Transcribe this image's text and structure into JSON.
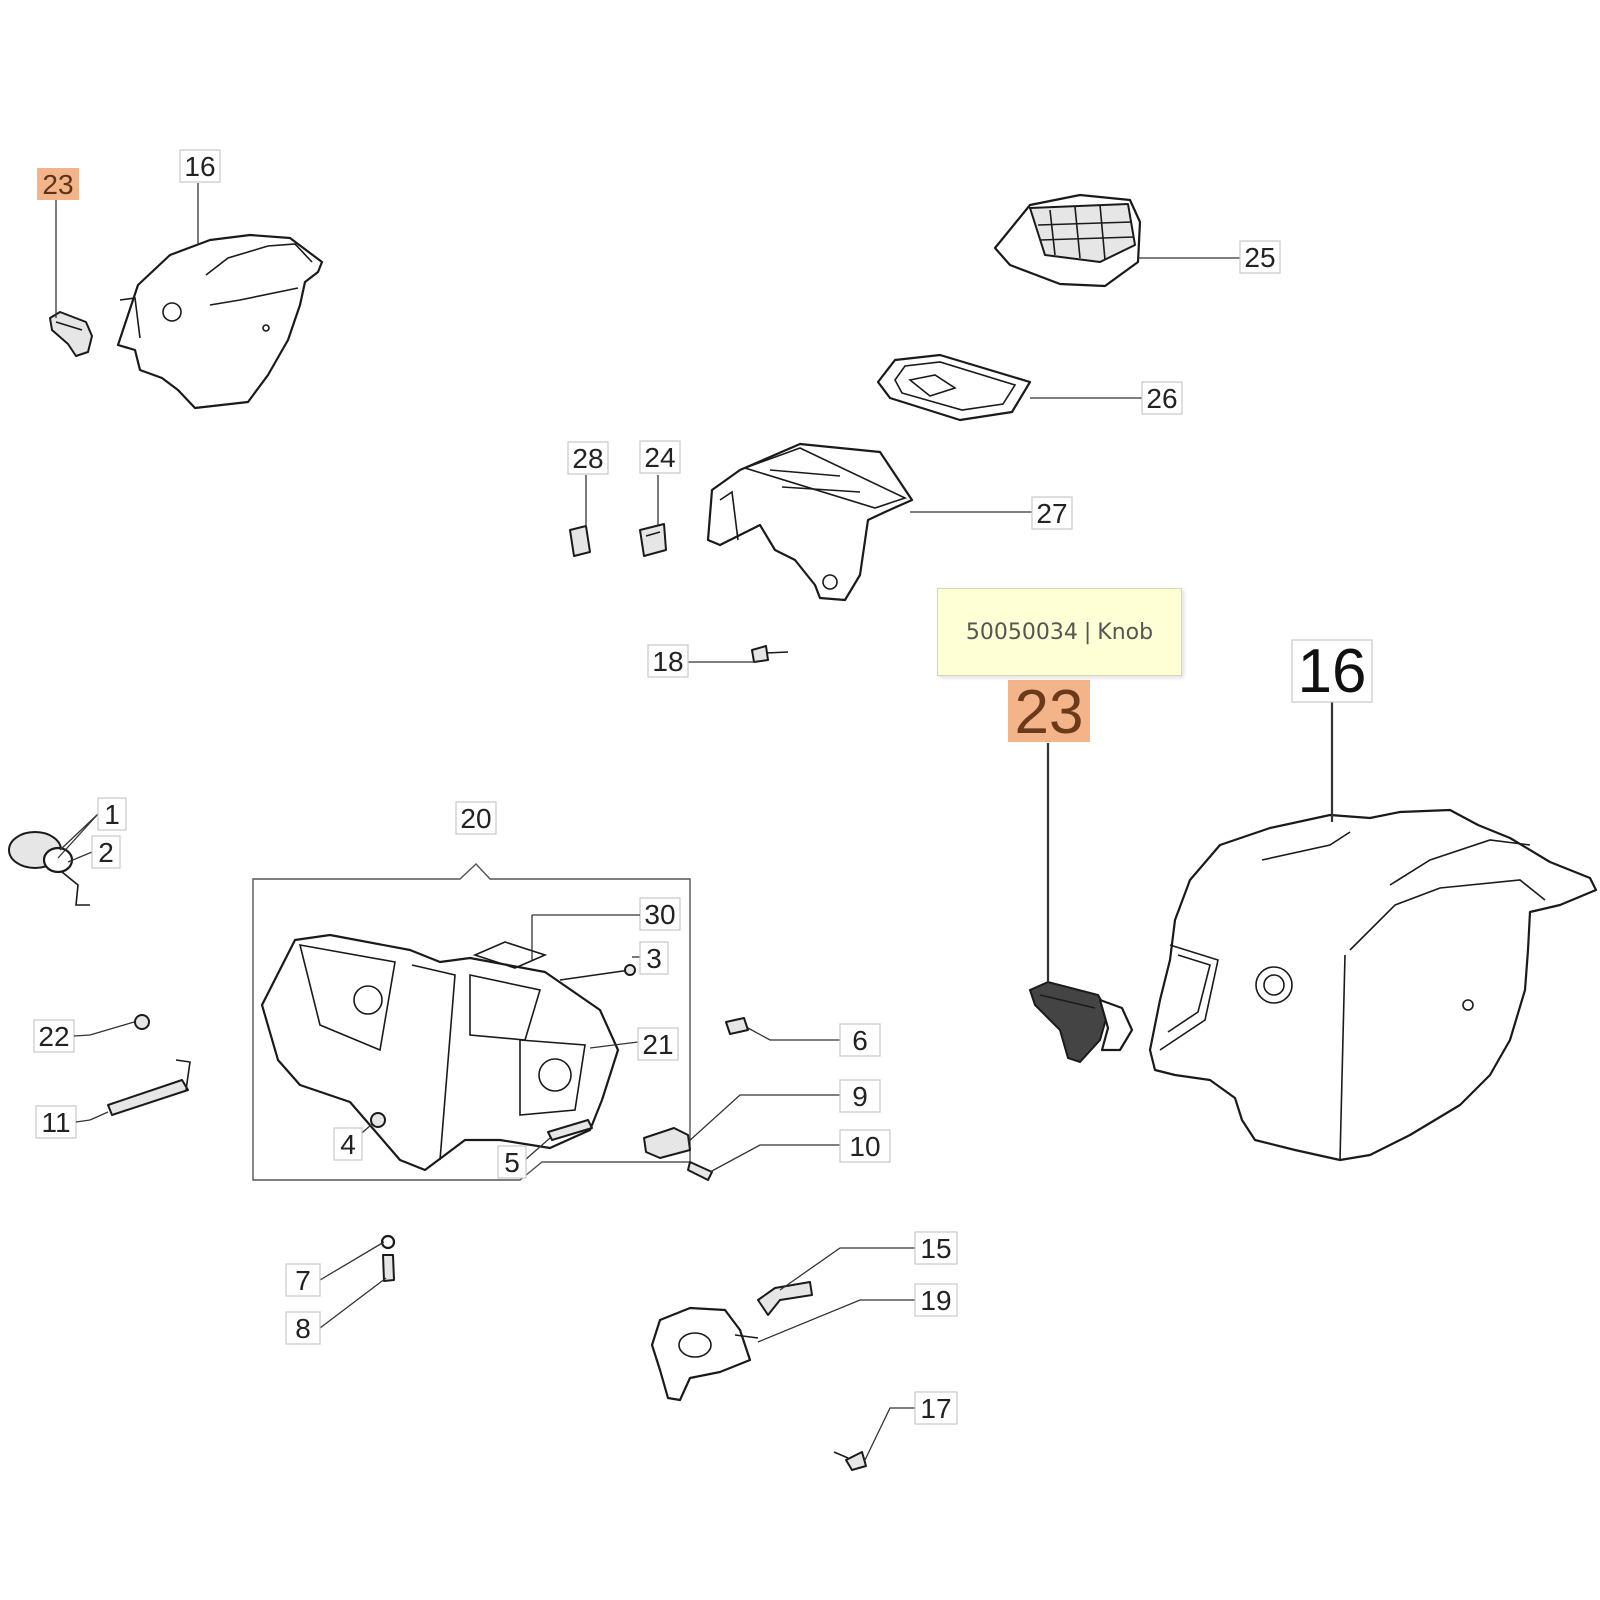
{
  "diagram": {
    "tooltip": {
      "part_number": "50050034",
      "separator": "|",
      "part_name": "Knob"
    },
    "highlight_color": "#f4b48a",
    "callouts": [
      {
        "id": "c23-small",
        "label": "23",
        "highlighted": true
      },
      {
        "id": "c16-small",
        "label": "16"
      },
      {
        "id": "c25",
        "label": "25"
      },
      {
        "id": "c26",
        "label": "26"
      },
      {
        "id": "c28",
        "label": "28"
      },
      {
        "id": "c24",
        "label": "24"
      },
      {
        "id": "c27",
        "label": "27"
      },
      {
        "id": "c18",
        "label": "18"
      },
      {
        "id": "c1",
        "label": "1"
      },
      {
        "id": "c2",
        "label": "2"
      },
      {
        "id": "c20",
        "label": "20"
      },
      {
        "id": "c30",
        "label": "30"
      },
      {
        "id": "c3",
        "label": "3"
      },
      {
        "id": "c21",
        "label": "21"
      },
      {
        "id": "c22",
        "label": "22"
      },
      {
        "id": "c11",
        "label": "11"
      },
      {
        "id": "c4",
        "label": "4"
      },
      {
        "id": "c5",
        "label": "5"
      },
      {
        "id": "c6",
        "label": "6"
      },
      {
        "id": "c9",
        "label": "9"
      },
      {
        "id": "c10",
        "label": "10"
      },
      {
        "id": "c7",
        "label": "7"
      },
      {
        "id": "c8",
        "label": "8"
      },
      {
        "id": "c15",
        "label": "15"
      },
      {
        "id": "c19",
        "label": "19"
      },
      {
        "id": "c17",
        "label": "17"
      },
      {
        "id": "c23-large",
        "label": "23",
        "highlighted": true
      },
      {
        "id": "c16-large",
        "label": "16"
      }
    ]
  }
}
